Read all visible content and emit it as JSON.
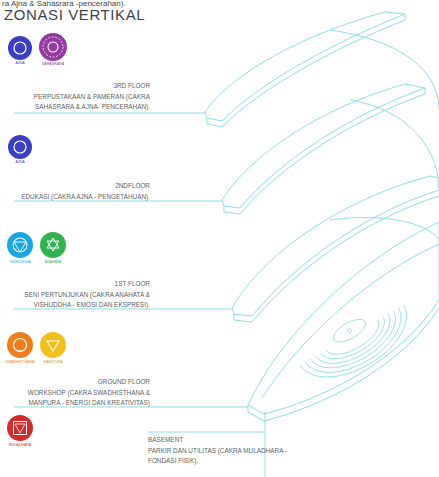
{
  "diagram": {
    "title": "ZONASI VERTIKAL",
    "labels": [
      "ra Ajna & Sahasrara -pencerahan).",
      "AJNA",
      "SAHASRARA",
      "3RD FLOOR",
      "PERPUSTAKAAN & PAMERAN (CAKRA SAHASRARA & AJNA- PENCERAHAN).",
      "AJNA",
      "2NDFLOOR",
      "EDUKASI (CAKRA AJNA - PENGETAHUAN).",
      "VISHUDDHA",
      "ANAHATA",
      "1ST FLOOR",
      "SENI PERTUNJUKAN (CAKRA ANAHATA & VISHUDDHA - EMOSI DAN EKSPRESI).",
      "SWADHISTHANA",
      "MANIPURA",
      "GROUND FLOOR",
      "WORKSHOP (CAKRA SWADHISTHANA & MANPURA - ENERGI DAN KREATIVITAS)",
      "MULADHARA",
      "BASEMENT",
      "PARKIR DAN UTILITAS (CAKRA MULADHARA - FONDASI FISIK)."
    ]
  }
}
